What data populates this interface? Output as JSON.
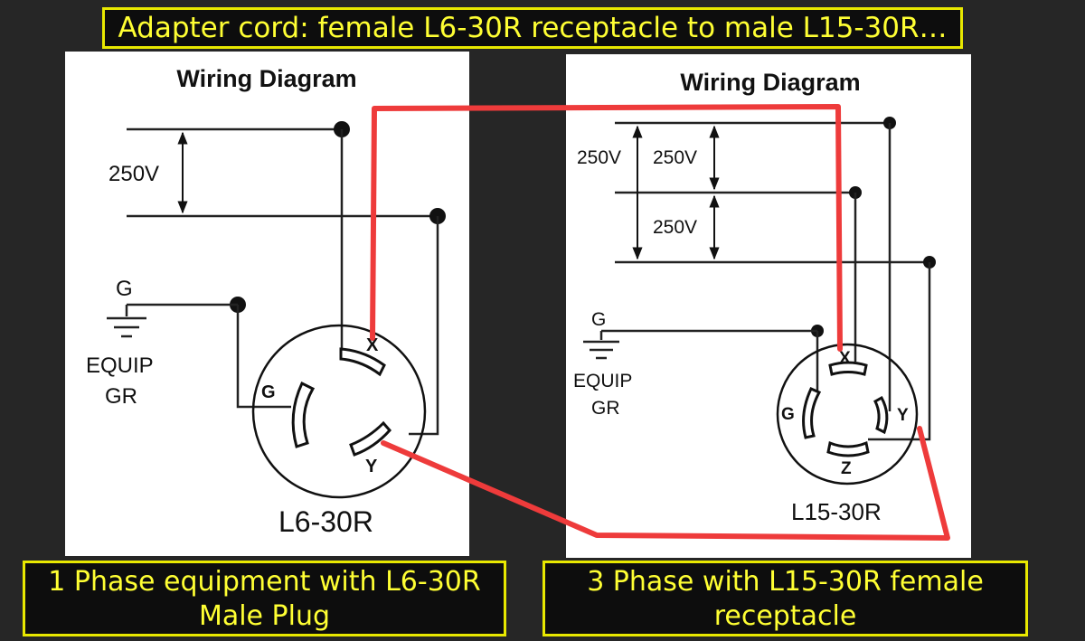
{
  "title": "Adapter cord: female L6-30R receptacle to male L15-30R…",
  "left_diagram": {
    "heading": "Wiring Diagram",
    "voltage": "250V",
    "ground_label": "G",
    "equip_label_line1": "EQUIP",
    "equip_label_line2": "GR",
    "terminal_x": "X",
    "terminal_y": "Y",
    "terminal_g": "G",
    "model": "L6-30R"
  },
  "right_diagram": {
    "heading": "Wiring Diagram",
    "voltage_1": "250V",
    "voltage_2": "250V",
    "voltage_3": "250V",
    "ground_label": "G",
    "equip_label_line1": "EQUIP",
    "equip_label_line2": "GR",
    "terminal_x": "X",
    "terminal_y": "Y",
    "terminal_z": "Z",
    "terminal_g": "G",
    "model": "L15-30R"
  },
  "left_caption": {
    "line1": "1 Phase equipment with L6-30R",
    "line2": "Male Plug"
  },
  "right_caption": {
    "line1": "3 Phase with L15-30R female",
    "line2": "receptacle"
  },
  "colors": {
    "banner_text": "#ffff33",
    "banner_border": "#e8e800",
    "connector_wire": "#ee3b3b",
    "background": "#262626"
  }
}
